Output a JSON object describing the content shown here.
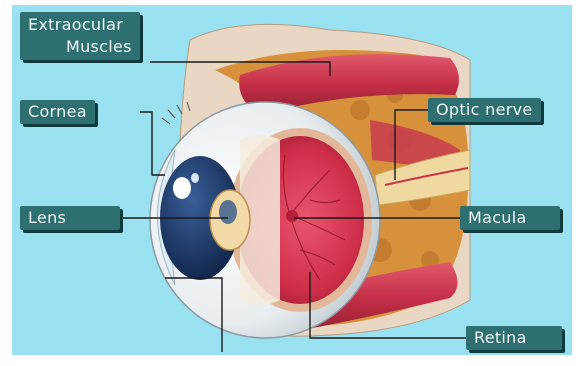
{
  "diagram": {
    "labels": {
      "extraocular_line1": "Extraocular",
      "extraocular_line2": "Muscles",
      "cornea": "Cornea",
      "lens": "Lens",
      "optic_nerve": "Optic nerve",
      "macula": "Macula",
      "retina": "Retina"
    },
    "colors": {
      "background": "#99e1f1",
      "label_fill": "#2e6f72",
      "label_text": "#f2f8f8",
      "leader_line": "#1a1a1a",
      "muscle": "#c8364a",
      "retina": "#d83a52",
      "fat": "#d7913a",
      "iris": "#1e3b6d"
    }
  }
}
